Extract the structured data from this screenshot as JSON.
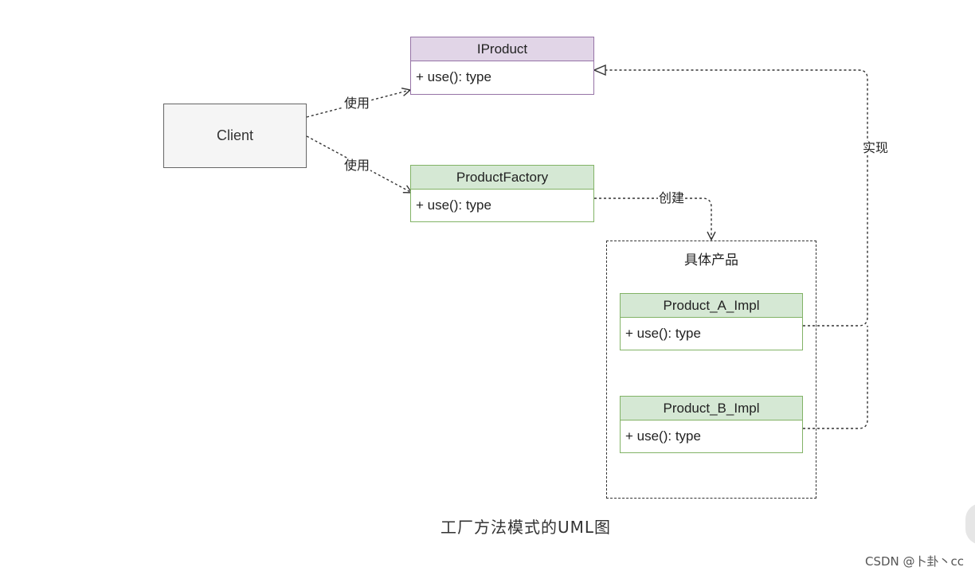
{
  "diagram": {
    "client": {
      "label": "Client"
    },
    "iproduct": {
      "title": "IProduct",
      "method": "+ use(): type"
    },
    "factory": {
      "title": "ProductFactory",
      "method": "+ use(): type"
    },
    "group": {
      "title": "具体产品"
    },
    "product_a": {
      "title": "Product_A_Impl",
      "method": "+ use(): type"
    },
    "product_b": {
      "title": "Product_B_Impl",
      "method": "+ use(): type"
    },
    "edges": {
      "client_to_iproduct": "使用",
      "client_to_factory": "使用",
      "factory_to_products": "创建",
      "implements": "实现"
    }
  },
  "caption": "工厂方法模式的UML图",
  "watermark": "CSDN @卜卦丶cc",
  "colors": {
    "interface_header": "#e1d5e7",
    "interface_border": "#9673a6",
    "class_header": "#d5e8d4",
    "class_border": "#82b366",
    "client_fill": "#f5f5f5"
  }
}
